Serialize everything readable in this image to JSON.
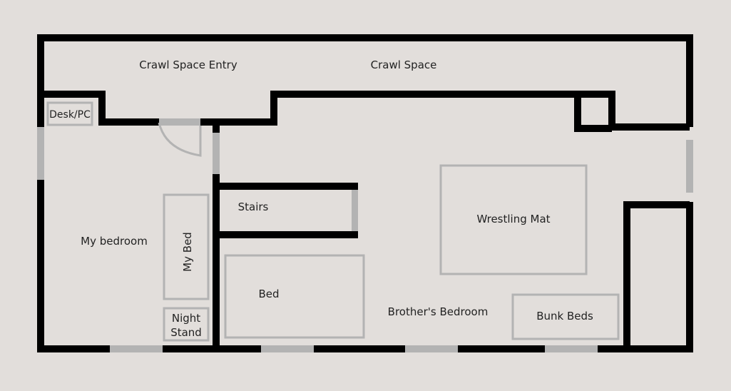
{
  "colors": {
    "background": "#e2dedb",
    "wall": "#000000",
    "furniture": "#b3b3b3",
    "text": "#222222"
  },
  "rooms": {
    "crawl_space_entry": "Crawl Space Entry",
    "crawl_space": "Crawl Space",
    "my_bedroom": "My bedroom",
    "brothers_bedroom": "Brother's Bedroom",
    "stairs": "Stairs"
  },
  "furniture": {
    "desk": "Desk/PC",
    "my_bed": "My Bed",
    "night_stand_line1": "Night",
    "night_stand_line2": "Stand",
    "bed": "Bed",
    "wrestling_mat": "Wrestling Mat",
    "bunk_beds": "Bunk Beds"
  }
}
